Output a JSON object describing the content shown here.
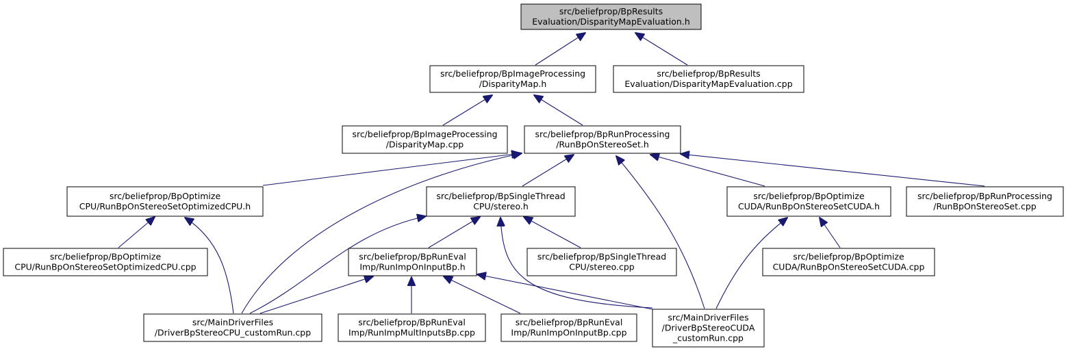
{
  "diagram": {
    "colors": {
      "edge": "#191970",
      "node_border": "#000000",
      "node_fill": "#ffffff",
      "root_fill": "#bfbfbf"
    },
    "nodes": [
      {
        "id": "dme_h",
        "lines": [
          "src/beliefprop/BpResults",
          "Evaluation/DisparityMapEvaluation.h"
        ],
        "root": true
      },
      {
        "id": "dm_h",
        "lines": [
          "src/beliefprop/BpImageProcessing",
          "/DisparityMap.h"
        ]
      },
      {
        "id": "dme_cpp",
        "lines": [
          "src/beliefprop/BpResults",
          "Evaluation/DisparityMapEvaluation.cpp"
        ]
      },
      {
        "id": "dm_cpp",
        "lines": [
          "src/beliefprop/BpImageProcessing",
          "/DisparityMap.cpp"
        ]
      },
      {
        "id": "rbss_h",
        "lines": [
          "src/beliefprop/BpRunProcessing",
          "/RunBpOnStereoSet.h"
        ]
      },
      {
        "id": "optcpu_h",
        "lines": [
          "src/beliefprop/BpOptimize",
          "CPU/RunBpOnStereoSetOptimizedCPU.h"
        ]
      },
      {
        "id": "stereo_h",
        "lines": [
          "src/beliefprop/BpSingleThread",
          "CPU/stereo.h"
        ]
      },
      {
        "id": "cuda_h",
        "lines": [
          "src/beliefprop/BpOptimize",
          "CUDA/RunBpOnStereoSetCUDA.h"
        ]
      },
      {
        "id": "rbss_cpp",
        "lines": [
          "src/beliefprop/BpRunProcessing",
          "/RunBpOnStereoSet.cpp"
        ]
      },
      {
        "id": "optcpu_cpp",
        "lines": [
          "src/beliefprop/BpOptimize",
          "CPU/RunBpOnStereoSetOptimizedCPU.cpp"
        ]
      },
      {
        "id": "rimp_h",
        "lines": [
          "src/beliefprop/BpRunEval",
          "Imp/RunImpOnInputBp.h"
        ]
      },
      {
        "id": "stereo_cpp",
        "lines": [
          "src/beliefprop/BpSingleThread",
          "CPU/stereo.cpp"
        ]
      },
      {
        "id": "cuda_cpp",
        "lines": [
          "src/beliefprop/BpOptimize",
          "CUDA/RunBpOnStereoSetCUDA.cpp"
        ]
      },
      {
        "id": "drv_cpu",
        "lines": [
          "src/MainDriverFiles",
          "/DriverBpStereoCPU_customRun.cpp"
        ]
      },
      {
        "id": "rimp_mult",
        "lines": [
          "src/beliefprop/BpRunEval",
          "Imp/RunImpMultInputsBp.cpp"
        ]
      },
      {
        "id": "rimp_cpp",
        "lines": [
          "src/beliefprop/BpRunEval",
          "Imp/RunImpOnInputBp.cpp"
        ]
      },
      {
        "id": "drv_cuda",
        "lines": [
          "src/MainDriverFiles",
          "/DriverBpStereoCUDA",
          "_customRun.cpp"
        ]
      }
    ],
    "edges": [
      {
        "from": "dm_h",
        "to": "dme_h"
      },
      {
        "from": "dme_cpp",
        "to": "dme_h"
      },
      {
        "from": "dm_cpp",
        "to": "dm_h"
      },
      {
        "from": "rbss_h",
        "to": "dm_h"
      },
      {
        "from": "optcpu_h",
        "to": "rbss_h"
      },
      {
        "from": "drv_cpu",
        "to": "rbss_h"
      },
      {
        "from": "stereo_h",
        "to": "rbss_h"
      },
      {
        "from": "drv_cuda",
        "to": "rbss_h"
      },
      {
        "from": "cuda_h",
        "to": "rbss_h"
      },
      {
        "from": "rbss_cpp",
        "to": "rbss_h"
      },
      {
        "from": "optcpu_cpp",
        "to": "optcpu_h"
      },
      {
        "from": "drv_cpu",
        "to": "optcpu_h"
      },
      {
        "from": "drv_cpu",
        "to": "stereo_h"
      },
      {
        "from": "rimp_h",
        "to": "stereo_h"
      },
      {
        "from": "drv_cuda",
        "to": "stereo_h"
      },
      {
        "from": "stereo_cpp",
        "to": "stereo_h"
      },
      {
        "from": "drv_cuda",
        "to": "cuda_h"
      },
      {
        "from": "cuda_cpp",
        "to": "cuda_h"
      },
      {
        "from": "drv_cpu",
        "to": "rimp_h"
      },
      {
        "from": "rimp_mult",
        "to": "rimp_h"
      },
      {
        "from": "rimp_cpp",
        "to": "rimp_h"
      },
      {
        "from": "drv_cuda",
        "to": "rimp_h"
      }
    ]
  }
}
